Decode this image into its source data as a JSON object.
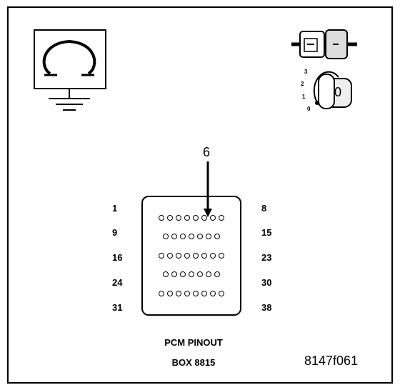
{
  "diagram": {
    "callout_number": "6",
    "pin_labels": {
      "row1_left": "1",
      "row1_right": "8",
      "row2_left": "9",
      "row2_right": "15",
      "row3_left": "16",
      "row3_right": "23",
      "row4_left": "24",
      "row4_right": "30",
      "row5_left": "31",
      "row5_right": "38"
    },
    "pin_rows": [
      8,
      7,
      8,
      7,
      8
    ],
    "caption_title": "PCM PINOUT",
    "caption_box": "BOX 8815",
    "figure_id": "8147f061",
    "ignition_positions": [
      "3",
      "2",
      "1",
      "0"
    ],
    "key_label": "0"
  }
}
